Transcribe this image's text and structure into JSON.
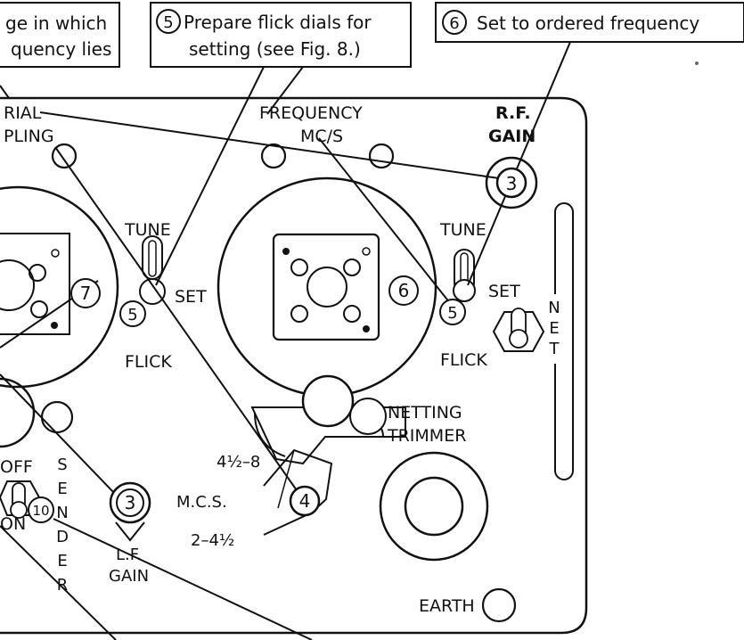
{
  "callouts": {
    "box_left_line1": "ge in which",
    "box_left_line2": "quency lies",
    "box5_num": "5",
    "box5_line1": "Prepare flick dials for",
    "box5_line2": "setting (see Fig. 8.)",
    "box6_num": "6",
    "box6_text": "Set to ordered frequency"
  },
  "panel": {
    "aerial_line1": "RIAL",
    "aerial_line2": "PLING",
    "frequency_line1": "FREQUENCY",
    "frequency_line2": "MC/S",
    "rf_line1": "R.F.",
    "rf_line2": "GAIN",
    "tune_left": "TUNE",
    "tune_right": "TUNE",
    "set_left": "SET",
    "set_right": "SET",
    "flick_left": "FLICK",
    "flick_right": "FLICK",
    "net_letters": [
      "N",
      "E",
      "T"
    ],
    "netting_line1": "NETTING",
    "netting_line2": "TRIMMER",
    "off": "OFF",
    "on": "ON",
    "sender_letters": [
      "S",
      "E",
      "N",
      "D",
      "E",
      "R"
    ],
    "lf_line1": "L.F.",
    "lf_line2": "GAIN",
    "range_high": "4½–8",
    "mcs": "M.C.S.",
    "range_low": "2–4½",
    "earth": "EARTH"
  },
  "markers": {
    "m3_rf": "3",
    "m3_lf": "3",
    "m4": "4",
    "m5_left": "5",
    "m5_right": "5",
    "m6": "6",
    "m7": "7",
    "m10": "10"
  }
}
